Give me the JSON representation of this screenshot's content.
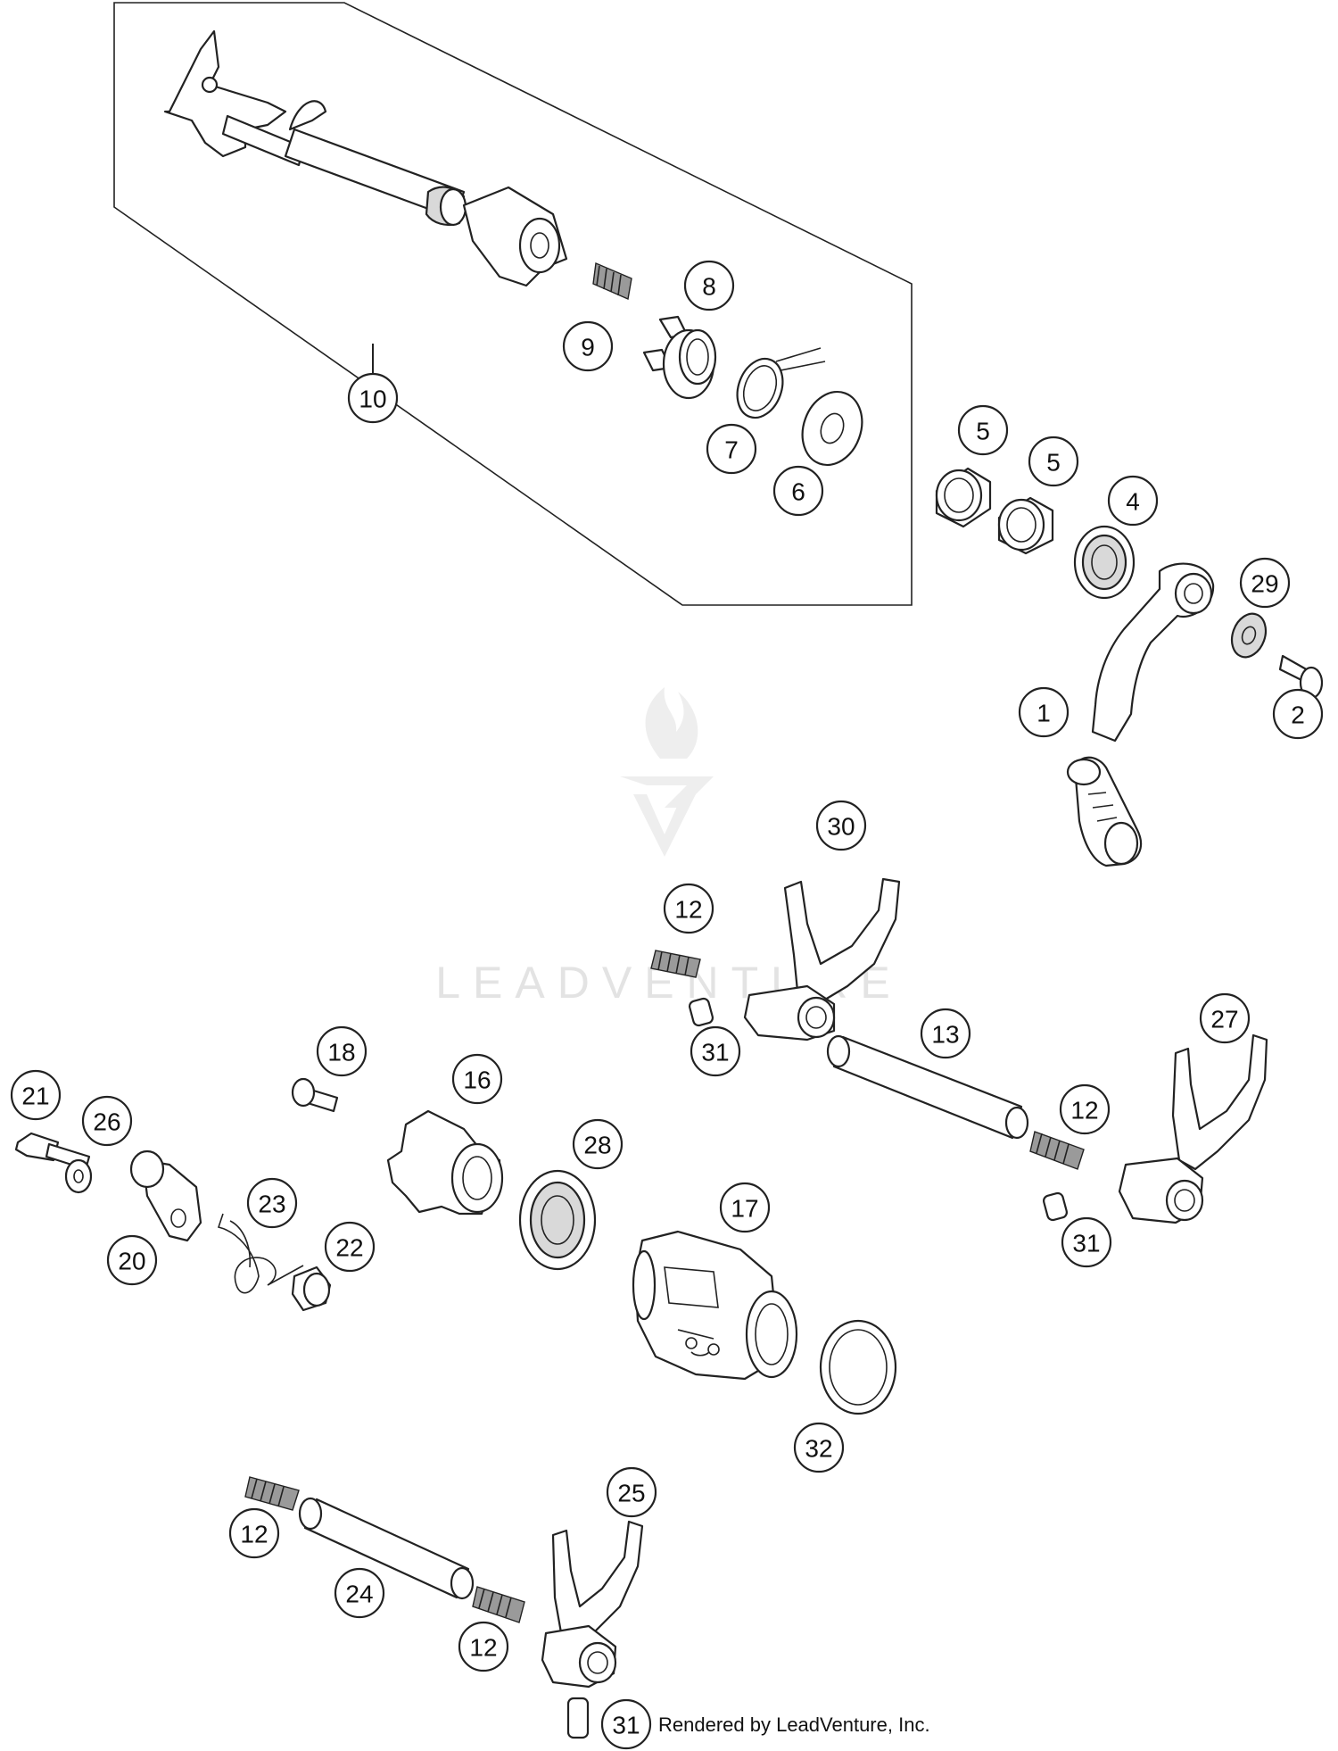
{
  "callouts": [
    {
      "id": "c10",
      "label": "10"
    },
    {
      "id": "c9",
      "label": "9"
    },
    {
      "id": "c8",
      "label": "8"
    },
    {
      "id": "c7",
      "label": "7"
    },
    {
      "id": "c6",
      "label": "6"
    },
    {
      "id": "c5a",
      "label": "5"
    },
    {
      "id": "c5b",
      "label": "5"
    },
    {
      "id": "c4",
      "label": "4"
    },
    {
      "id": "c29",
      "label": "29"
    },
    {
      "id": "c1",
      "label": "1"
    },
    {
      "id": "c2",
      "label": "2"
    },
    {
      "id": "c30",
      "label": "30"
    },
    {
      "id": "c12a",
      "label": "12"
    },
    {
      "id": "c31a",
      "label": "31"
    },
    {
      "id": "c13",
      "label": "13"
    },
    {
      "id": "c27",
      "label": "27"
    },
    {
      "id": "c12b",
      "label": "12"
    },
    {
      "id": "c31b",
      "label": "31"
    },
    {
      "id": "c18",
      "label": "18"
    },
    {
      "id": "c16",
      "label": "16"
    },
    {
      "id": "c21",
      "label": "21"
    },
    {
      "id": "c26",
      "label": "26"
    },
    {
      "id": "c20",
      "label": "20"
    },
    {
      "id": "c23",
      "label": "23"
    },
    {
      "id": "c22",
      "label": "22"
    },
    {
      "id": "c28",
      "label": "28"
    },
    {
      "id": "c17",
      "label": "17"
    },
    {
      "id": "c32",
      "label": "32"
    },
    {
      "id": "c25",
      "label": "25"
    },
    {
      "id": "c12c",
      "label": "12"
    },
    {
      "id": "c24",
      "label": "24"
    },
    {
      "id": "c12d",
      "label": "12"
    },
    {
      "id": "c31c",
      "label": "31"
    }
  ],
  "watermark": "LEADVENTURE",
  "credit": "Rendered by LeadVenture, Inc."
}
